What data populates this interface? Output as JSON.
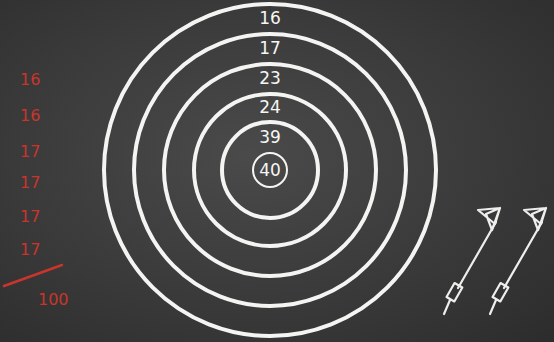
{
  "diagram": {
    "nodes": [
      {
        "text": [
          "16"
        ]
      },
      {
        "text": [
          "17"
        ],
        "in": 0
      },
      {
        "text": [
          "23"
        ],
        "in": 1
      },
      {
        "text": [
          "24"
        ],
        "in": 2
      },
      {
        "text": [
          "39"
        ],
        "in": 3
      },
      {
        "text": [
          "40"
        ],
        "in": 4
      }
    ],
    "labels": [
      "16",
      "16",
      "17",
      "17",
      "17",
      "17",
      "100"
    ]
  }
}
